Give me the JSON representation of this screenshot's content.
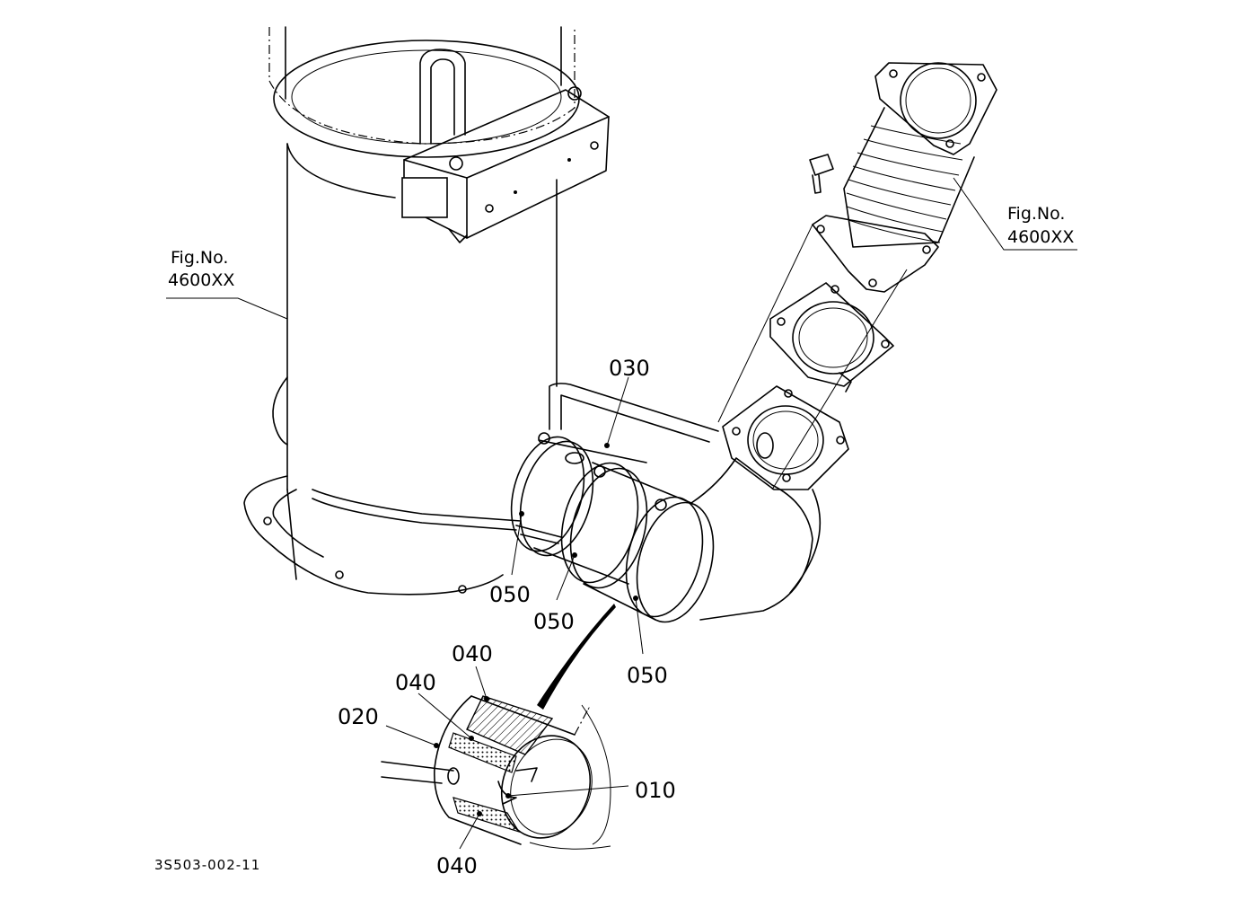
{
  "labels": {
    "p010": "010",
    "p020": "020",
    "p030": "030",
    "p040_top": "040",
    "p040_left": "040",
    "p040_bottom": "040",
    "p050_a": "050",
    "p050_b": "050",
    "p050_c": "050"
  },
  "figref_left": {
    "line1": "Fig.No.",
    "line2": "4600XX"
  },
  "figref_right": {
    "line1": "Fig.No.",
    "line2": "4600XX"
  },
  "drawing_code": "3S503-002-11",
  "colors": {
    "ink": "#000000",
    "paper": "#ffffff"
  }
}
